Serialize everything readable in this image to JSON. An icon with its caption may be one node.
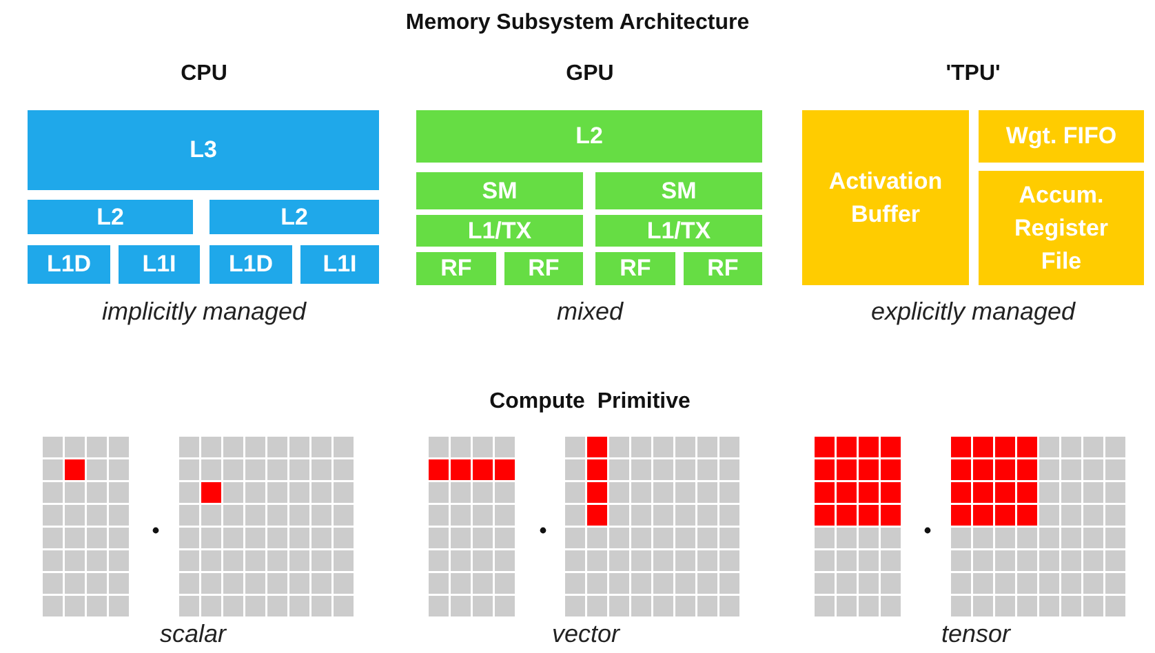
{
  "diagram": {
    "title": "Memory Subsystem Architecture",
    "nodes": [
      {
        "text": [
          "L3"
        ]
      },
      {
        "text": [
          "L2"
        ]
      },
      {
        "text": [
          "L2"
        ]
      },
      {
        "text": [
          "L1D"
        ]
      },
      {
        "text": [
          "L1I"
        ]
      },
      {
        "text": [
          "L1D"
        ]
      },
      {
        "text": [
          "L1I"
        ]
      },
      {
        "text": [
          "L2"
        ]
      },
      {
        "text": [
          "SM"
        ]
      },
      {
        "text": [
          "SM"
        ]
      },
      {
        "text": [
          "L1/TX"
        ]
      },
      {
        "text": [
          "L1/TX"
        ]
      },
      {
        "text": [
          "RF"
        ]
      },
      {
        "text": [
          "RF"
        ]
      },
      {
        "text": [
          "RF"
        ]
      },
      {
        "text": [
          "RF"
        ]
      },
      {
        "text": [
          "Activation Buffer"
        ]
      },
      {
        "text": [
          "Wgt. FIFO"
        ]
      },
      {
        "text": [
          "Accum. Register File"
        ]
      }
    ],
    "edges": [],
    "labels": [
      "CPU",
      "GPU",
      "'TPU'",
      "implicitly managed",
      "mixed",
      "explicitly managed",
      "Compute  Primitive",
      "scalar",
      "vector",
      "tensor"
    ]
  }
}
